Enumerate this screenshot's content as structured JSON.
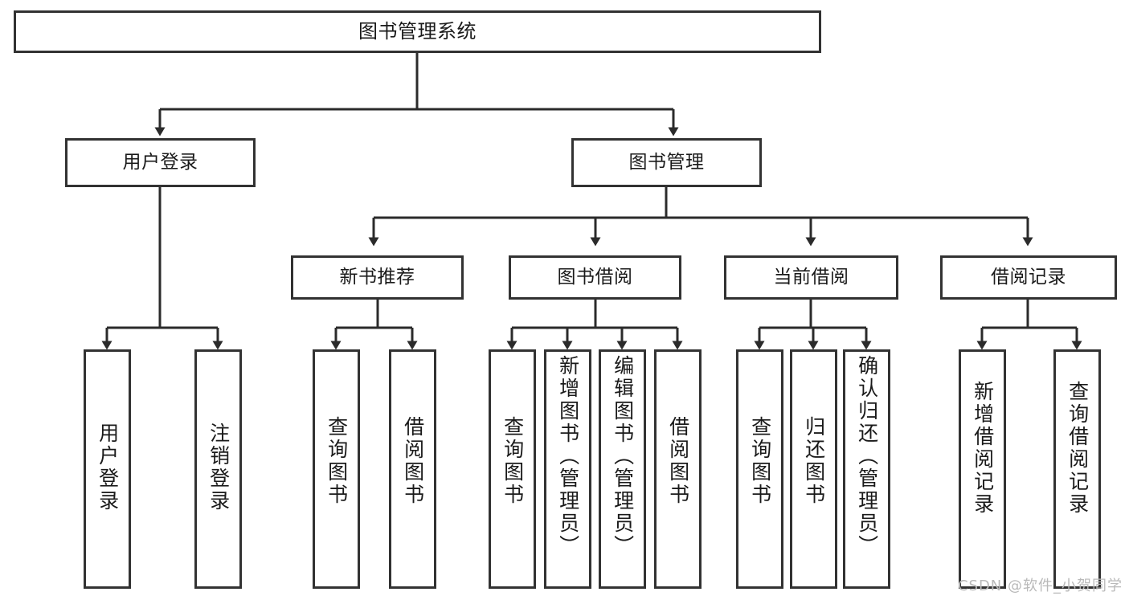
{
  "diagram": {
    "title": "图书管理系统",
    "type": "tree-hierarchy",
    "watermark": "CSDN @软件_小贺同学",
    "colors": {
      "border": "#323232",
      "background": "#ffffff",
      "text": "#1a1a1a",
      "edge": "#2b2b2b",
      "watermark": "#b9b9b9"
    },
    "root": {
      "label": "图书管理系统"
    },
    "level2": [
      {
        "id": "user-login",
        "label": "用户登录"
      },
      {
        "id": "book-manage",
        "label": "图书管理"
      }
    ],
    "level3": [
      {
        "id": "new-book-rec",
        "label": "新书推荐"
      },
      {
        "id": "book-borrow",
        "label": "图书借阅"
      },
      {
        "id": "current-borrow",
        "label": "当前借阅"
      },
      {
        "id": "borrow-record",
        "label": "借阅记录"
      }
    ],
    "leaves": {
      "user_login": [
        {
          "id": "leaf-user-login",
          "label": "用户登录"
        },
        {
          "id": "leaf-logout-login",
          "label": "注销登录"
        }
      ],
      "new_book_rec": [
        {
          "id": "leaf-query-book-1",
          "label": "查询图书"
        },
        {
          "id": "leaf-borrow-book-1",
          "label": "借阅图书"
        }
      ],
      "book_borrow": [
        {
          "id": "leaf-query-book-2",
          "label": "查询图书"
        },
        {
          "id": "leaf-add-book",
          "label": "新增图书（管理员）"
        },
        {
          "id": "leaf-edit-book",
          "label": "编辑图书（管理员）"
        },
        {
          "id": "leaf-borrow-book-2",
          "label": "借阅图书"
        }
      ],
      "current_borrow": [
        {
          "id": "leaf-query-book-3",
          "label": "查询图书"
        },
        {
          "id": "leaf-return-book",
          "label": "归还图书"
        },
        {
          "id": "leaf-confirm-return",
          "label": "确认归还（管理员）"
        }
      ],
      "borrow_record": [
        {
          "id": "leaf-add-record",
          "label": "新增借阅记录"
        },
        {
          "id": "leaf-query-record",
          "label": "查询借阅记录"
        }
      ]
    }
  }
}
